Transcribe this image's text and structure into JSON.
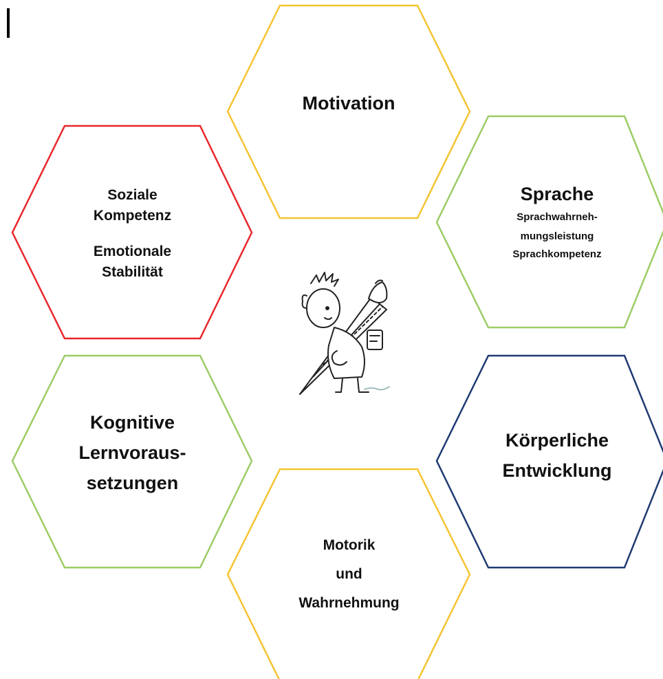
{
  "colors": {
    "yellow": "#f5c431",
    "red": "#e8262c",
    "green": "#9ccc65",
    "navy": "#1f3a73"
  },
  "hexagons": {
    "motivation": {
      "title": "Motivation",
      "color": "yellow"
    },
    "soziale": {
      "line1": "Soziale",
      "line2": "Kompetenz",
      "line3": "Emotionale",
      "line4": "Stabilität",
      "color": "red"
    },
    "sprache": {
      "title": "Sprache",
      "line1": "Sprachwahrneh-",
      "line2": "mungsleistung",
      "line3": "Sprachkompetenz",
      "color": "green"
    },
    "kognitive": {
      "line1": "Kognitive",
      "line2": "Lernvoraus-",
      "line3": "setzungen",
      "color": "green"
    },
    "koerperliche": {
      "line1": "Körperliche",
      "line2": "Entwicklung",
      "color": "navy"
    },
    "motorik": {
      "line1": "Motorik",
      "line2": "und",
      "line3": "Wahrnehmung",
      "color": "yellow"
    }
  },
  "center_image": {
    "icon": "child-with-school-cone-icon"
  }
}
